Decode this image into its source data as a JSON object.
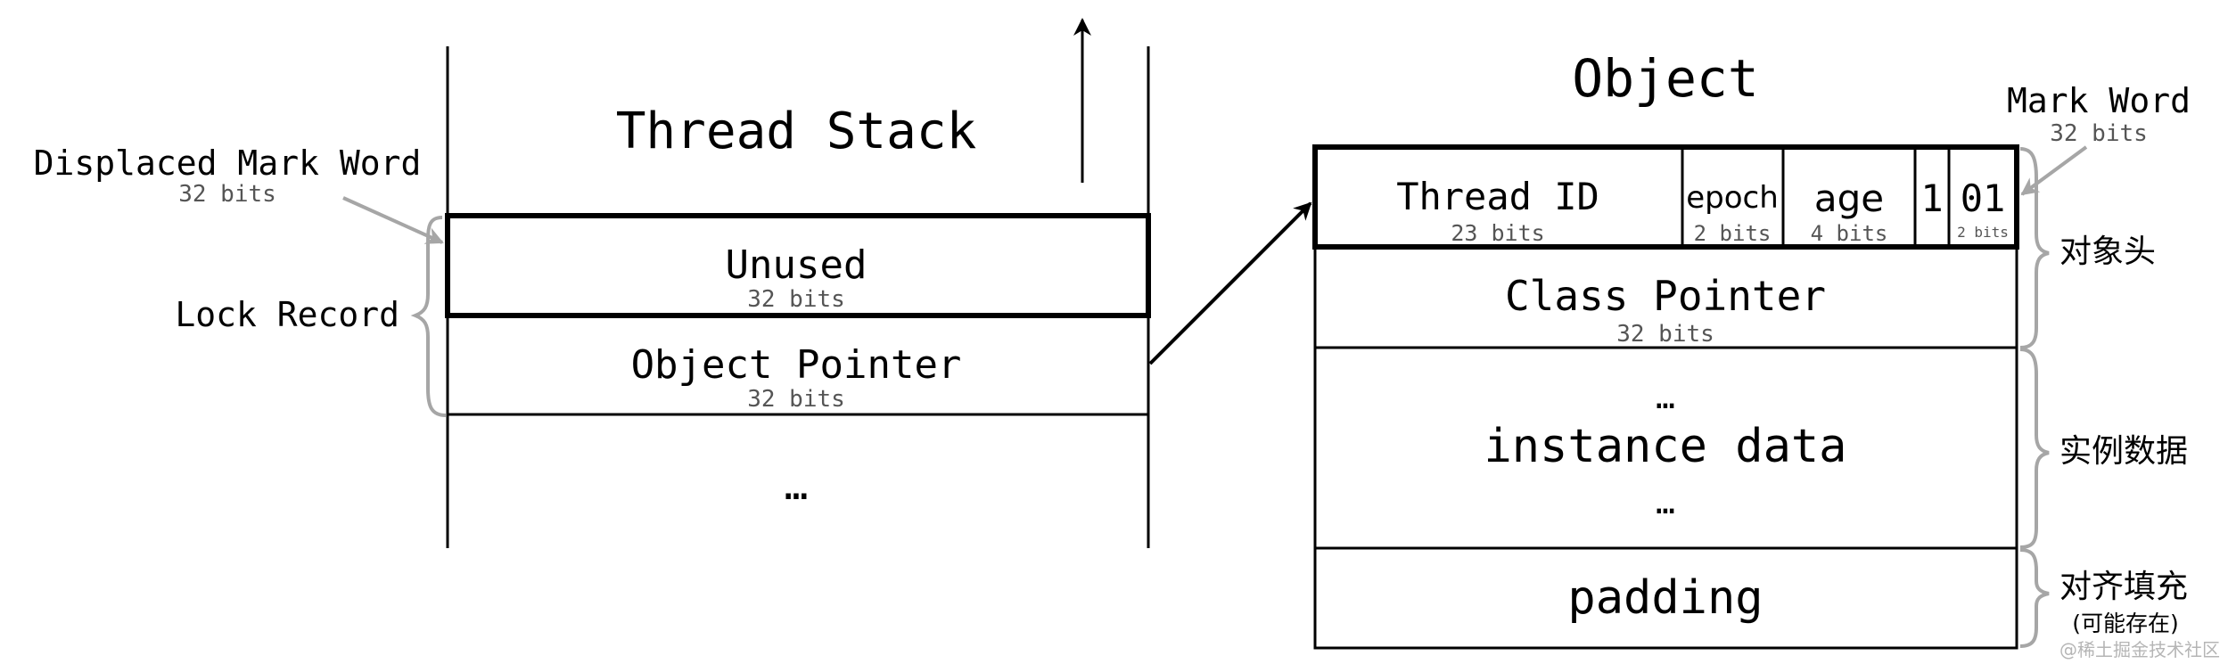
{
  "thread_stack": {
    "title": "Thread Stack",
    "displaced_label": "Displaced Mark Word",
    "displaced_bits": "32 bits",
    "lock_record_label": "Lock Record",
    "unused_label": "Unused",
    "unused_bits": "32 bits",
    "object_pointer_label": "Object Pointer",
    "object_pointer_bits": "32 bits",
    "more": "…"
  },
  "object": {
    "title": "Object",
    "mark_word_label": "Mark Word",
    "mark_word_bits": "32 bits",
    "fields": {
      "thread_id": {
        "label": "Thread ID",
        "bits": "23 bits"
      },
      "epoch": {
        "label": "epoch",
        "bits": "2 bits"
      },
      "age": {
        "label": "age",
        "bits": "4 bits"
      },
      "biased_flag": {
        "label": "1"
      },
      "lock_flag": {
        "label": "01",
        "bits": "2 bits"
      }
    },
    "class_pointer_label": "Class Pointer",
    "class_pointer_bits": "32 bits",
    "instance_ellipsis_top": "…",
    "instance_data_label": "instance data",
    "instance_ellipsis_bottom": "…",
    "padding_label": "padding",
    "header_group_label": "对象头",
    "instance_group_label": "实例数据",
    "padding_group_label": "对齐填充",
    "padding_group_note": "(可能存在)"
  },
  "watermark": "@稀土掘金技术社区",
  "colors": {
    "line": "#000000",
    "brace": "#a6a6a6",
    "note": "#555555"
  }
}
